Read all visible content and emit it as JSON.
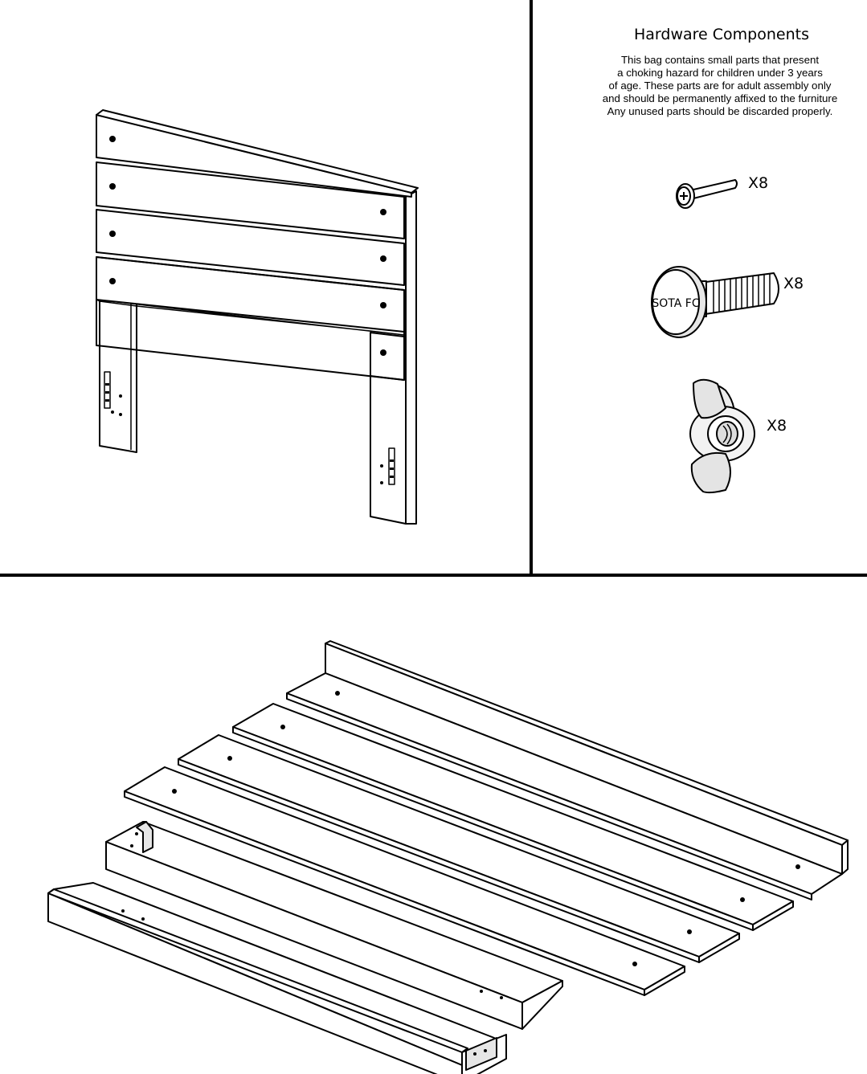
{
  "hardware": {
    "title": "Hardware Components",
    "warning_lines": [
      "This bag contains small parts that present",
      "a choking hazard for children under 3 years",
      "of age. These parts are for adult assembly only",
      "and should be permanently affixed to the furniture",
      "Any unused parts should be discarded properly."
    ],
    "items": [
      {
        "icon": "screw-icon",
        "qty": "X8"
      },
      {
        "icon": "bolt-icon",
        "qty": "X8",
        "head_text": "SOTA FC"
      },
      {
        "icon": "wing-nut-icon",
        "qty": "X8"
      }
    ]
  },
  "colors": {
    "line": "#000000",
    "paper": "#ffffff",
    "shade": "#d9d9d9"
  }
}
